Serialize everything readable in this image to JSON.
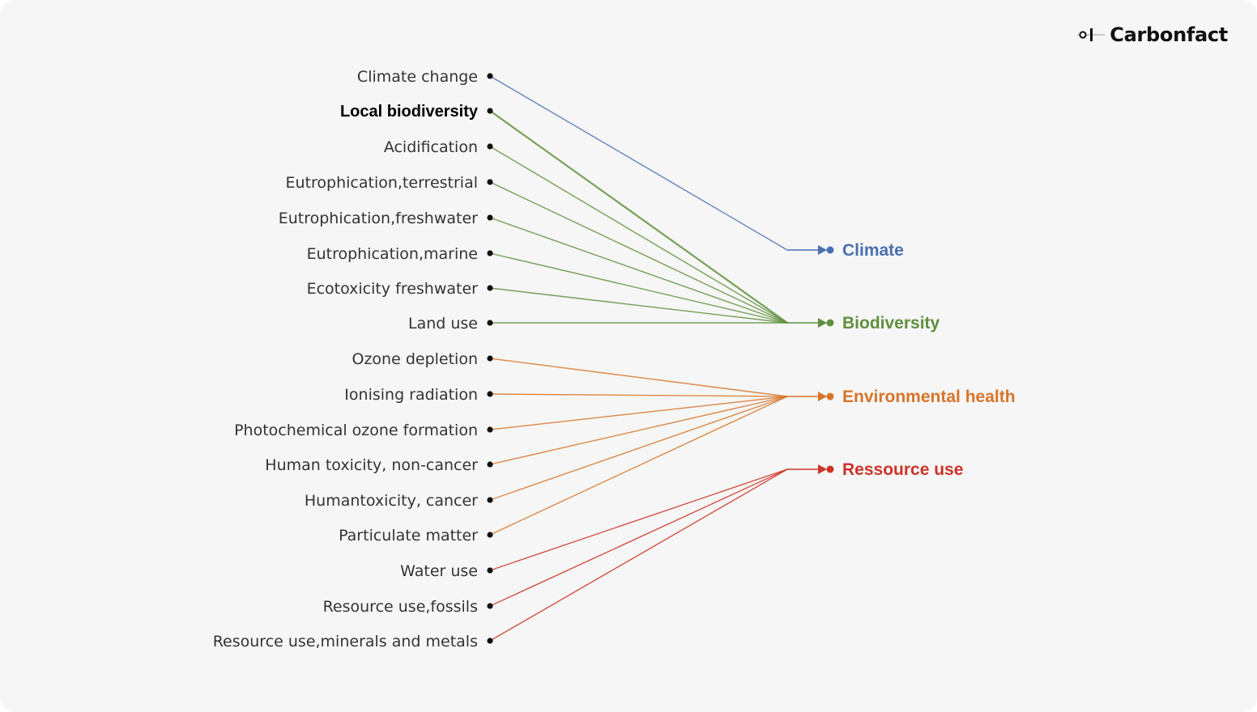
{
  "brand": {
    "name": "Carbonfact",
    "logo_icon": "carbonfact-logo-icon"
  },
  "colors": {
    "climate": "#4b6fb0",
    "biodiversity": "#5f8f3e",
    "environmental_health": "#d8742a",
    "resource_use": "#cc3328",
    "text": "#333333",
    "dot": "#111111"
  },
  "diagram": {
    "targets": [
      {
        "id": "climate",
        "label": "Climate"
      },
      {
        "id": "biodiversity",
        "label": "Biodiversity"
      },
      {
        "id": "environmental_health",
        "label": "Environmental health"
      },
      {
        "id": "resource_use",
        "label": "Ressource use"
      }
    ],
    "sources": [
      {
        "label": "Climate change",
        "target": "climate"
      },
      {
        "label": "Local biodiversity",
        "target": "biodiversity",
        "emphasis": true
      },
      {
        "label": "Acidification",
        "target": "biodiversity"
      },
      {
        "label": "Eutrophication,terrestrial",
        "target": "biodiversity"
      },
      {
        "label": "Eutrophication,freshwater",
        "target": "biodiversity"
      },
      {
        "label": "Eutrophication,marine",
        "target": "biodiversity"
      },
      {
        "label": "Ecotoxicity freshwater",
        "target": "biodiversity"
      },
      {
        "label": "Land use",
        "target": "biodiversity"
      },
      {
        "label": "Ozone depletion",
        "target": "environmental_health"
      },
      {
        "label": "Ionising radiation",
        "target": "environmental_health"
      },
      {
        "label": "Photochemical ozone formation",
        "target": "environmental_health"
      },
      {
        "label": "Human toxicity, non-cancer",
        "target": "environmental_health"
      },
      {
        "label": "Humantoxicity, cancer",
        "target": "environmental_health"
      },
      {
        "label": "Particulate matter",
        "target": "environmental_health"
      },
      {
        "label": "Water use",
        "target": "resource_use"
      },
      {
        "label": "Resource use,fossils",
        "target": "resource_use"
      },
      {
        "label": "Resource use,minerals and metals",
        "target": "resource_use"
      }
    ]
  }
}
